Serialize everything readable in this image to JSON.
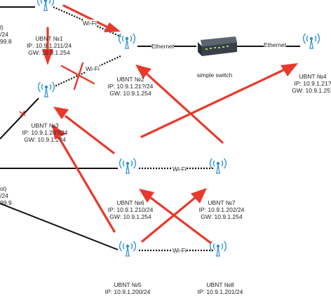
{
  "colors": {
    "arrow": "#e8392c",
    "link": "#111111",
    "antenna": "#2a8fd4",
    "cross": "#e8392c"
  },
  "link_labels": {
    "wifi": "Wi-Fi",
    "wifi_marked": "Wi-Fi",
    "ethernet": "Ethernet"
  },
  "switch": {
    "label": "simple switch",
    "icon": "network-switch-icon"
  },
  "nodes": {
    "n1": {
      "name": "UBNT №1",
      "ip": "IP: 10.9.1.211/24",
      "gw": "GW: 10.9.1.254"
    },
    "n2": {
      "name": "UBNT №2",
      "ip": "IP: 10.9.1.21?/24",
      "gw": "GW: 10.9.1.254"
    },
    "n3": {
      "name": "UBNT №3",
      "ip": "IP: 10.9.1.20?/24",
      "gw": "GW: 10.9.1.2?4"
    },
    "n4": {
      "name": "UBNT №4",
      "ip": "IP: 10.9.1.21?",
      "gw": "GW: 10.9.1.25?"
    },
    "n5": {
      "name": "UBNT №5",
      "ip": "IP: 10.9.1.200/24"
    },
    "n6": {
      "name": "UBNT №6",
      "ip": "IP: 10.9.1.210/24",
      "gw": "GW: 10.9.1.254"
    },
    "n7": {
      "name": "UBNT №7",
      "ip": "IP: 10.9.1.202/24",
      "gw": "GW: 10.9.1.254"
    },
    "n8": {
      "name": "UBNT №8",
      "ip": "IP: 10.9.1.201/24"
    }
  },
  "left_cut": {
    "top": [
      "l)",
      "/24",
      "99.8"
    ],
    "bottom": [
      "ol)",
      "/24",
      "99.9"
    ]
  }
}
